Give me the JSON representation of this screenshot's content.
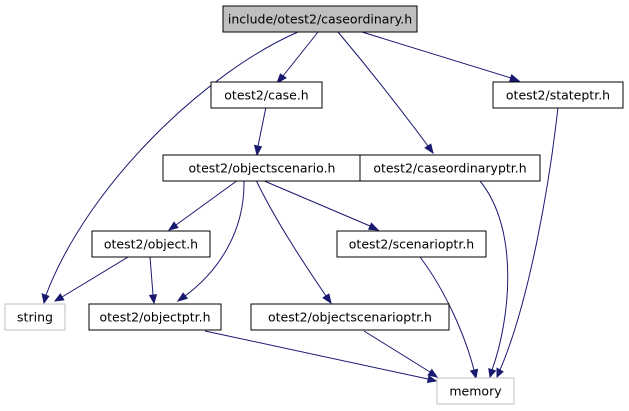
{
  "nodes": {
    "root": {
      "label": "include/otest2/caseordinary.h"
    },
    "case_h": {
      "label": "otest2/case.h"
    },
    "stateptr_h": {
      "label": "otest2/stateptr.h"
    },
    "objectscenario_h": {
      "label": "otest2/objectscenario.h"
    },
    "caseordinaryptr_h": {
      "label": "otest2/caseordinaryptr.h"
    },
    "object_h": {
      "label": "otest2/object.h"
    },
    "scenarioptr_h": {
      "label": "otest2/scenarioptr.h"
    },
    "string": {
      "label": "string"
    },
    "objectptr_h": {
      "label": "otest2/objectptr.h"
    },
    "objectscenarioptr_h": {
      "label": "otest2/objectscenarioptr.h"
    },
    "memory": {
      "label": "memory"
    }
  },
  "colors": {
    "edge": "#191970",
    "root_fill": "#bfbfbf",
    "node_border": "#000000",
    "external_border": "#bfbfbf",
    "background": "#ffffff"
  }
}
